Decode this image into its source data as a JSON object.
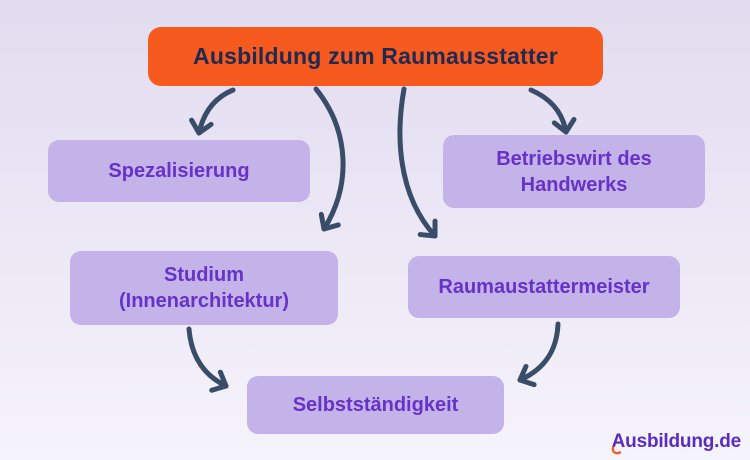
{
  "root": {
    "label": "Ausbildung zum Raumausstatter"
  },
  "nodes": [
    {
      "id": "spezalisierung",
      "label": "Spezalisierung"
    },
    {
      "id": "betriebswirt-des-handwerks",
      "label": "Betriebswirt des Handwerks"
    },
    {
      "id": "studium-innenarchitektur",
      "label": "Studium (Innenarchitektur)"
    },
    {
      "id": "raumaustattermeister",
      "label": "Raumaustattermeister"
    },
    {
      "id": "selbststaendigkeit",
      "label": "Selbstständigkeit"
    }
  ],
  "edges": [
    {
      "from": "root",
      "to": "spezalisierung"
    },
    {
      "from": "root",
      "to": "studium-innenarchitektur"
    },
    {
      "from": "root",
      "to": "raumaustattermeister"
    },
    {
      "from": "root",
      "to": "betriebswirt-des-handwerks"
    },
    {
      "from": "studium-innenarchitektur",
      "to": "selbststaendigkeit"
    },
    {
      "from": "raumaustattermeister",
      "to": "selbststaendigkeit"
    }
  ],
  "logo": {
    "text": "Ausbildung.de"
  },
  "colors": {
    "background_top": "#E2DCF0",
    "background_bottom": "#F5F3FB",
    "root_fill": "#F65A1E",
    "root_text": "#1F2A52",
    "node_fill": "#C4B3E8",
    "node_text": "#6732C8",
    "arrow": "#3A4D68",
    "logo_text": "#5A2BC0",
    "logo_accent": "#F65A1E"
  }
}
